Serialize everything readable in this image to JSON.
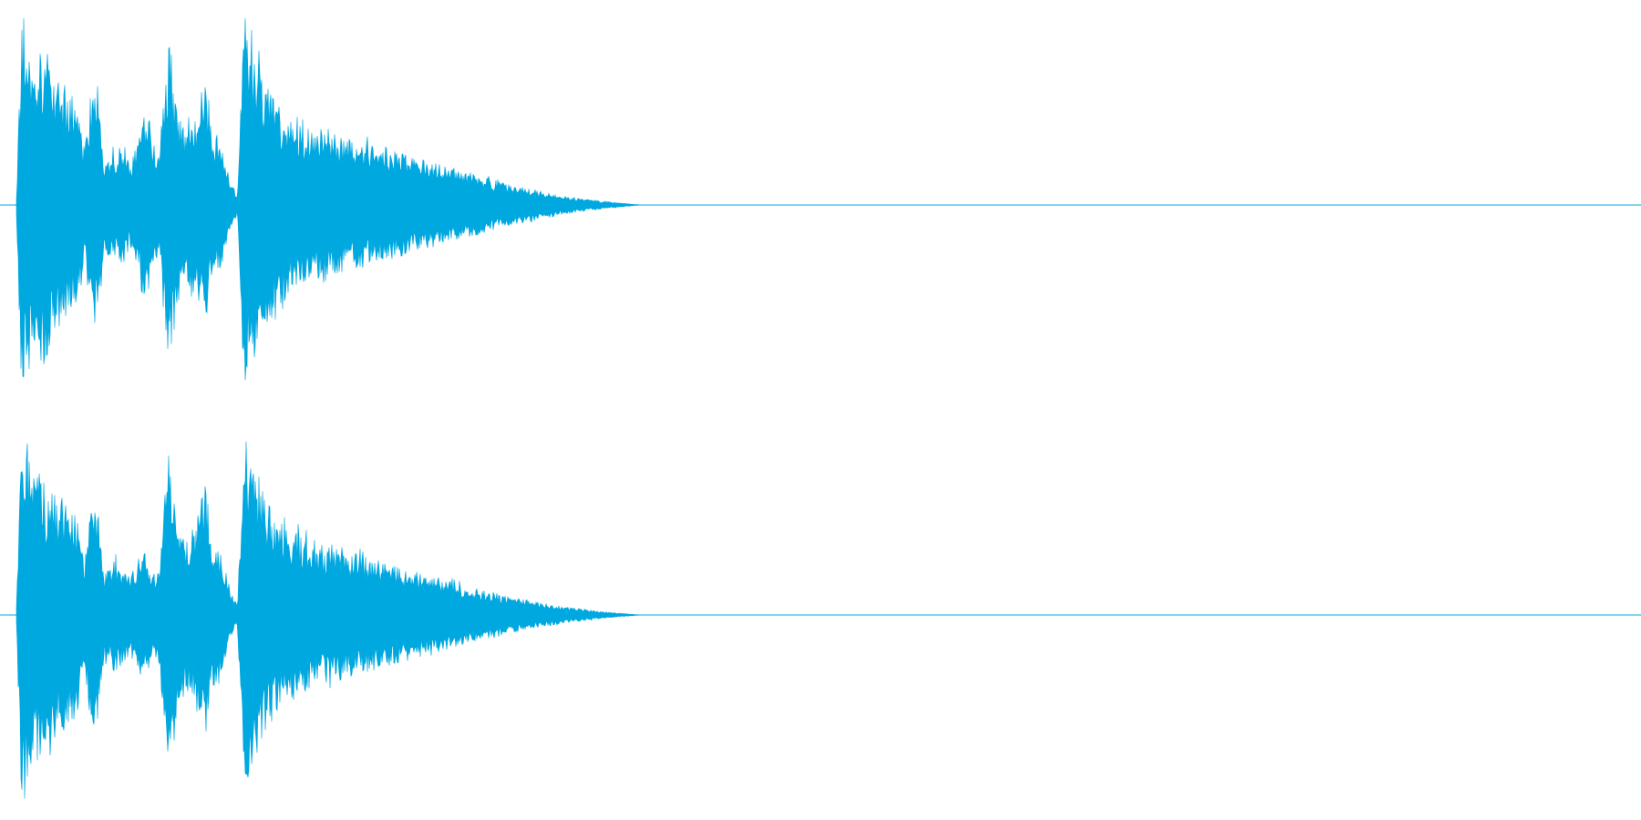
{
  "waveform": {
    "color": "#00a8e0",
    "background": "#ffffff",
    "channels": [
      {
        "name": "",
        "envelope": [
          [
            0.0,
            0.05
          ],
          [
            0.003,
            0.97
          ],
          [
            0.008,
            0.9
          ],
          [
            0.012,
            0.82
          ],
          [
            0.018,
            0.86
          ],
          [
            0.025,
            0.7
          ],
          [
            0.032,
            0.62
          ],
          [
            0.038,
            0.55
          ],
          [
            0.042,
            0.3
          ],
          [
            0.046,
            0.62
          ],
          [
            0.05,
            0.68
          ],
          [
            0.054,
            0.25
          ],
          [
            0.06,
            0.3
          ],
          [
            0.066,
            0.32
          ],
          [
            0.07,
            0.22
          ],
          [
            0.076,
            0.38
          ],
          [
            0.08,
            0.55
          ],
          [
            0.083,
            0.35
          ],
          [
            0.088,
            0.3
          ],
          [
            0.094,
            0.95
          ],
          [
            0.098,
            0.55
          ],
          [
            0.104,
            0.44
          ],
          [
            0.11,
            0.5
          ],
          [
            0.116,
            0.68
          ],
          [
            0.12,
            0.42
          ],
          [
            0.126,
            0.35
          ],
          [
            0.132,
            0.12
          ],
          [
            0.136,
            0.05
          ],
          [
            0.14,
            0.98
          ],
          [
            0.145,
            0.85
          ],
          [
            0.152,
            0.72
          ],
          [
            0.16,
            0.55
          ],
          [
            0.17,
            0.47
          ],
          [
            0.185,
            0.4
          ],
          [
            0.2,
            0.37
          ],
          [
            0.22,
            0.32
          ],
          [
            0.24,
            0.27
          ],
          [
            0.26,
            0.22
          ],
          [
            0.28,
            0.17
          ],
          [
            0.3,
            0.12
          ],
          [
            0.32,
            0.08
          ],
          [
            0.34,
            0.045
          ],
          [
            0.36,
            0.022
          ],
          [
            0.375,
            0.008
          ],
          [
            0.385,
            0.0
          ],
          [
            1.0,
            0.0
          ]
        ]
      },
      {
        "name": "",
        "envelope": [
          [
            0.0,
            0.05
          ],
          [
            0.003,
            0.97
          ],
          [
            0.008,
            0.9
          ],
          [
            0.012,
            0.8
          ],
          [
            0.018,
            0.7
          ],
          [
            0.025,
            0.66
          ],
          [
            0.032,
            0.6
          ],
          [
            0.038,
            0.55
          ],
          [
            0.042,
            0.28
          ],
          [
            0.046,
            0.58
          ],
          [
            0.05,
            0.64
          ],
          [
            0.054,
            0.22
          ],
          [
            0.06,
            0.3
          ],
          [
            0.066,
            0.28
          ],
          [
            0.07,
            0.2
          ],
          [
            0.076,
            0.34
          ],
          [
            0.08,
            0.36
          ],
          [
            0.083,
            0.2
          ],
          [
            0.088,
            0.28
          ],
          [
            0.094,
            0.97
          ],
          [
            0.098,
            0.52
          ],
          [
            0.104,
            0.42
          ],
          [
            0.11,
            0.48
          ],
          [
            0.116,
            0.72
          ],
          [
            0.12,
            0.44
          ],
          [
            0.126,
            0.35
          ],
          [
            0.132,
            0.12
          ],
          [
            0.136,
            0.05
          ],
          [
            0.14,
            0.98
          ],
          [
            0.145,
            0.82
          ],
          [
            0.152,
            0.66
          ],
          [
            0.16,
            0.52
          ],
          [
            0.17,
            0.45
          ],
          [
            0.185,
            0.38
          ],
          [
            0.2,
            0.35
          ],
          [
            0.22,
            0.3
          ],
          [
            0.24,
            0.25
          ],
          [
            0.26,
            0.2
          ],
          [
            0.28,
            0.15
          ],
          [
            0.3,
            0.11
          ],
          [
            0.32,
            0.07
          ],
          [
            0.34,
            0.04
          ],
          [
            0.36,
            0.02
          ],
          [
            0.375,
            0.007
          ],
          [
            0.385,
            0.0
          ],
          [
            1.0,
            0.0
          ]
        ]
      }
    ]
  }
}
